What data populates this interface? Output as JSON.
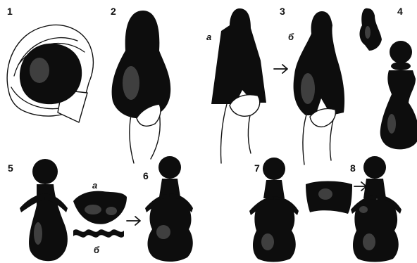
{
  "steps": {
    "s1": "1",
    "s2": "2",
    "s3": "3",
    "s4": "4",
    "s5": "5",
    "s6": "6",
    "s7": "7",
    "s8": "8"
  },
  "sublabels": {
    "step3_a": "а",
    "step3_b": "б",
    "step5_a": "а",
    "step5_b": "б"
  },
  "colors": {
    "ink": "#0d0d0d",
    "paper": "#ffffff"
  }
}
